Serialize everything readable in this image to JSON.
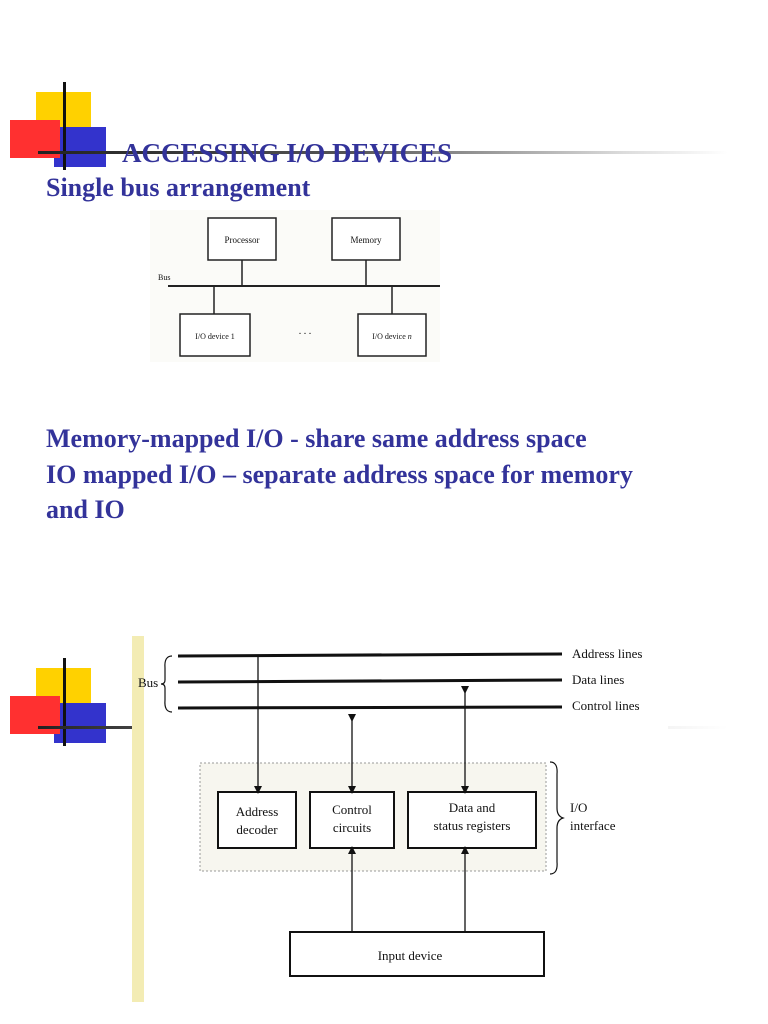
{
  "slide": {
    "title": "ACCESSING I/O DEVICES",
    "subtitle": "Single bus arrangement",
    "lines": [
      "Memory-mapped I/O - share same address space",
      "IO mapped I/O – separate address space for memory",
      "and IO"
    ]
  },
  "diagram1": {
    "processor": "Processor",
    "memory": "Memory",
    "bus": "Bus",
    "io1": "I/O device 1",
    "ellipsis": ". . .",
    "ion": "I/O device",
    "ion_suffix": "n"
  },
  "diagram2": {
    "bus": "Bus",
    "address_lines": "Address lines",
    "data_lines": "Data lines",
    "control_lines": "Control lines",
    "address_decoder": [
      "Address",
      "decoder"
    ],
    "control_circuits": [
      "Control",
      "circuits"
    ],
    "data_status": [
      "Data and",
      "status registers"
    ],
    "io_interface": [
      "I/O",
      "interface"
    ],
    "input_device": "Input device"
  },
  "colors": {
    "title": "#33339a",
    "logo_yellow": "#ffd100",
    "logo_red": "#ff3030",
    "logo_blue": "#3333cc"
  }
}
